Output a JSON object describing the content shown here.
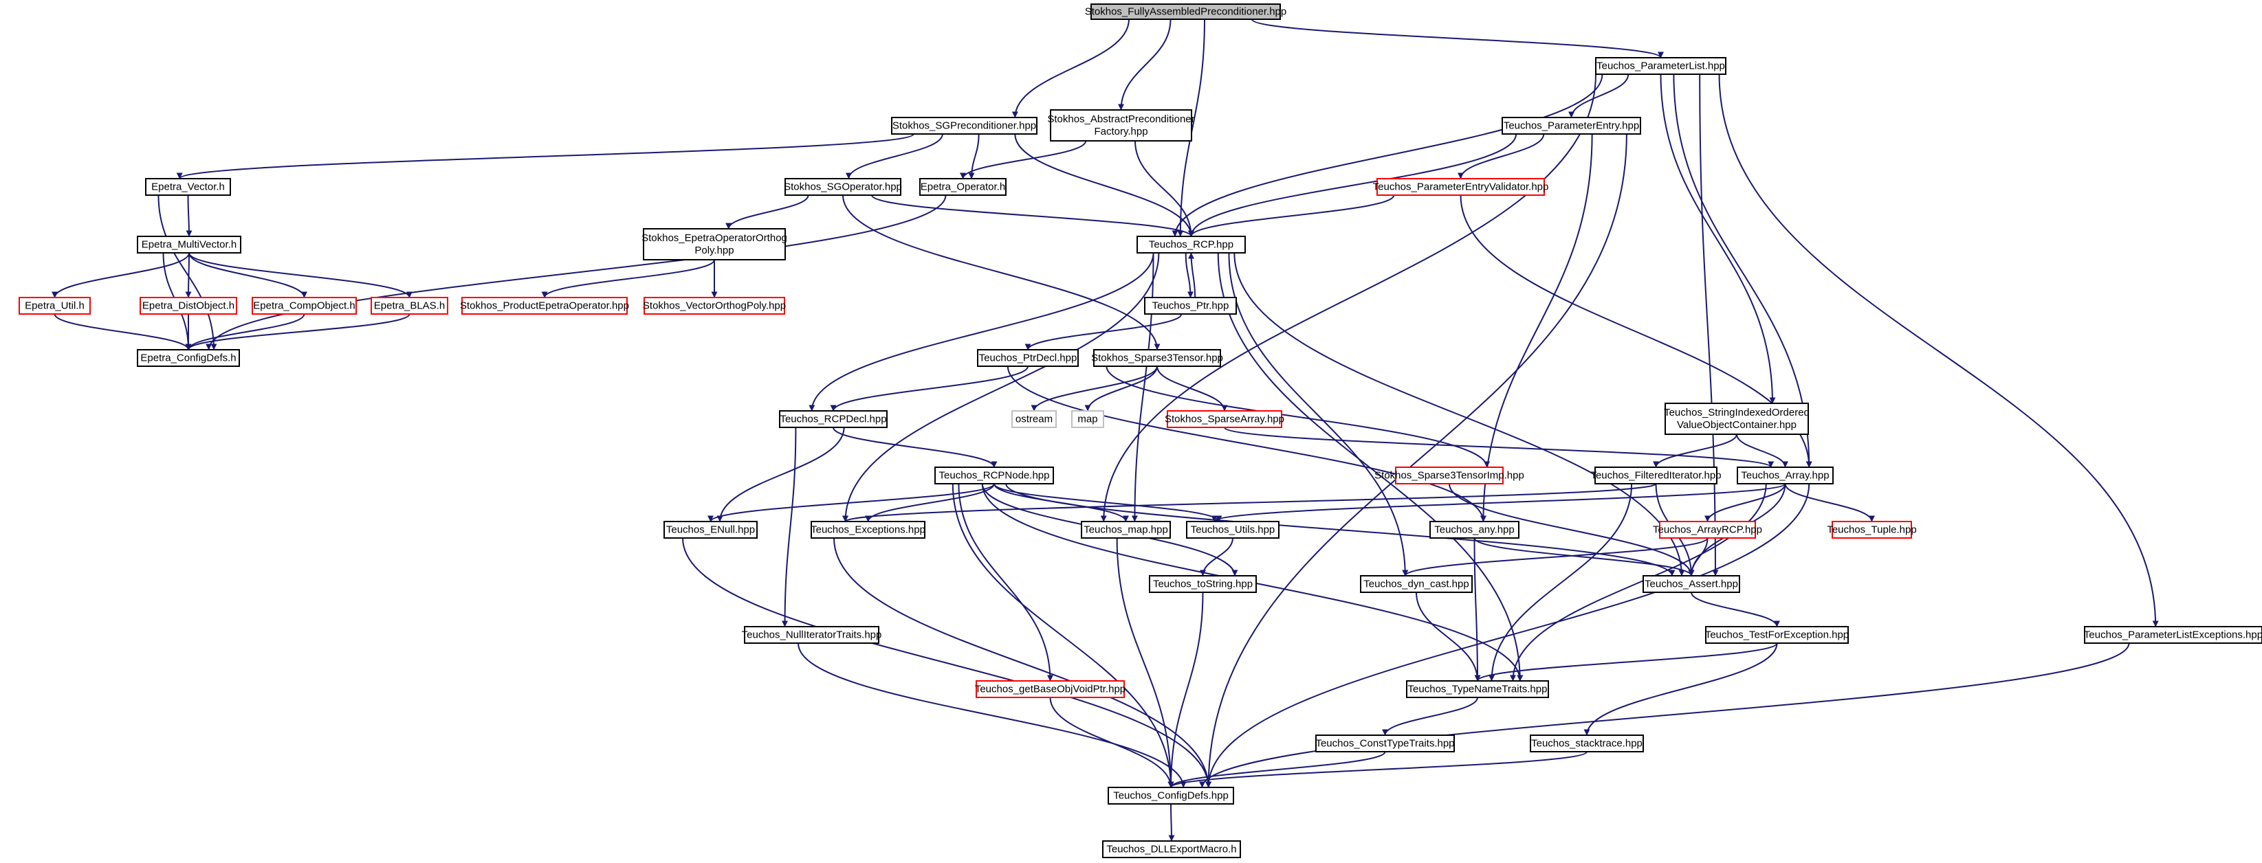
{
  "title": "Stokhos_FullyAssembledPreconditioner.hpp",
  "colors": {
    "edge": "#191970",
    "node_border": "#000000",
    "node_border_undocumented": "#ff0000",
    "node_border_external": "#bfbfbf",
    "root_fill": "#bfbfbf"
  },
  "nodes": [
    {
      "id": "root",
      "lines": [
        "Stokhos_FullyAssembledPreconditioner.hpp"
      ],
      "kind": "root"
    },
    {
      "id": "paramlist",
      "lines": [
        "Teuchos_ParameterList.hpp"
      ],
      "kind": "normal"
    },
    {
      "id": "sgprec",
      "lines": [
        "Stokhos_SGPreconditioner.hpp"
      ],
      "kind": "normal"
    },
    {
      "id": "absprec",
      "lines": [
        "Stokhos_AbstractPreconditioner",
        "Factory.hpp"
      ],
      "kind": "normal"
    },
    {
      "id": "paramentry",
      "lines": [
        "Teuchos_ParameterEntry.hpp"
      ],
      "kind": "normal"
    },
    {
      "id": "epvec",
      "lines": [
        "Epetra_Vector.h"
      ],
      "kind": "normal"
    },
    {
      "id": "sgop",
      "lines": [
        "Stokhos_SGOperator.hpp"
      ],
      "kind": "normal"
    },
    {
      "id": "epop",
      "lines": [
        "Epetra_Operator.h"
      ],
      "kind": "normal"
    },
    {
      "id": "pev",
      "lines": [
        "Teuchos_ParameterEntryValidator.hpp"
      ],
      "kind": "undoc"
    },
    {
      "id": "rcp",
      "lines": [
        "Teuchos_RCP.hpp"
      ],
      "kind": "normal"
    },
    {
      "id": "epmv",
      "lines": [
        "Epetra_MultiVector.h"
      ],
      "kind": "normal"
    },
    {
      "id": "epopp",
      "lines": [
        "Stokhos_EpetraOperatorOrthog",
        "Poly.hpp"
      ],
      "kind": "normal"
    },
    {
      "id": "eputil",
      "lines": [
        "Epetra_Util.h"
      ],
      "kind": "undoc"
    },
    {
      "id": "epdist",
      "lines": [
        "Epetra_DistObject.h"
      ],
      "kind": "undoc"
    },
    {
      "id": "epcomp",
      "lines": [
        "Epetra_CompObject.h"
      ],
      "kind": "undoc"
    },
    {
      "id": "epblas",
      "lines": [
        "Epetra_BLAS.h"
      ],
      "kind": "undoc"
    },
    {
      "id": "prodop",
      "lines": [
        "Stokhos_ProductEpetraOperator.hpp"
      ],
      "kind": "undoc"
    },
    {
      "id": "vecop",
      "lines": [
        "Stokhos_VectorOrthogPoly.hpp"
      ],
      "kind": "undoc"
    },
    {
      "id": "ptr",
      "lines": [
        "Teuchos_Ptr.hpp"
      ],
      "kind": "normal"
    },
    {
      "id": "epconf",
      "lines": [
        "Epetra_ConfigDefs.h"
      ],
      "kind": "normal"
    },
    {
      "id": "ptrdecl",
      "lines": [
        "Teuchos_PtrDecl.hpp"
      ],
      "kind": "normal"
    },
    {
      "id": "sp3",
      "lines": [
        "Stokhos_Sparse3Tensor.hpp"
      ],
      "kind": "normal"
    },
    {
      "id": "ostream",
      "lines": [
        "ostream"
      ],
      "kind": "external"
    },
    {
      "id": "map",
      "lines": [
        "map"
      ],
      "kind": "external"
    },
    {
      "id": "sparr",
      "lines": [
        "Stokhos_SparseArray.hpp"
      ],
      "kind": "undoc"
    },
    {
      "id": "rcpdecl",
      "lines": [
        "Teuchos_RCPDecl.hpp"
      ],
      "kind": "normal"
    },
    {
      "id": "strindex",
      "lines": [
        "Teuchos_StringIndexedOrdered",
        "ValueObjectContainer.hpp"
      ],
      "kind": "normal"
    },
    {
      "id": "rcpnode",
      "lines": [
        "Teuchos_RCPNode.hpp"
      ],
      "kind": "normal"
    },
    {
      "id": "sp3imp",
      "lines": [
        "Stokhos_Sparse3TensorImp.hpp"
      ],
      "kind": "undoc"
    },
    {
      "id": "filt",
      "lines": [
        "Teuchos_FilteredIterator.hpp"
      ],
      "kind": "normal"
    },
    {
      "id": "array",
      "lines": [
        "Teuchos_Array.hpp"
      ],
      "kind": "normal"
    },
    {
      "id": "enull",
      "lines": [
        "Teuchos_ENull.hpp"
      ],
      "kind": "normal"
    },
    {
      "id": "exc",
      "lines": [
        "Teuchos_Exceptions.hpp"
      ],
      "kind": "normal"
    },
    {
      "id": "tmap",
      "lines": [
        "Teuchos_map.hpp"
      ],
      "kind": "normal"
    },
    {
      "id": "utils",
      "lines": [
        "Teuchos_Utils.hpp"
      ],
      "kind": "normal"
    },
    {
      "id": "any",
      "lines": [
        "Teuchos_any.hpp"
      ],
      "kind": "normal"
    },
    {
      "id": "arcp",
      "lines": [
        "Teuchos_ArrayRCP.hpp"
      ],
      "kind": "undoc"
    },
    {
      "id": "tuple",
      "lines": [
        "Teuchos_Tuple.hpp"
      ],
      "kind": "undoc"
    },
    {
      "id": "tostr",
      "lines": [
        "Teuchos_toString.hpp"
      ],
      "kind": "normal"
    },
    {
      "id": "dyn",
      "lines": [
        "Teuchos_dyn_cast.hpp"
      ],
      "kind": "normal"
    },
    {
      "id": "assert",
      "lines": [
        "Teuchos_Assert.hpp"
      ],
      "kind": "normal"
    },
    {
      "id": "nullit",
      "lines": [
        "Teuchos_NullIteratorTraits.hpp"
      ],
      "kind": "normal"
    },
    {
      "id": "testexc",
      "lines": [
        "Teuchos_TestForException.hpp"
      ],
      "kind": "normal"
    },
    {
      "id": "plexc",
      "lines": [
        "Teuchos_ParameterListExceptions.hpp"
      ],
      "kind": "normal"
    },
    {
      "id": "gbovp",
      "lines": [
        "Teuchos_getBaseObjVoidPtr.hpp"
      ],
      "kind": "undoc"
    },
    {
      "id": "tnt",
      "lines": [
        "Teuchos_TypeNameTraits.hpp"
      ],
      "kind": "normal"
    },
    {
      "id": "ctt",
      "lines": [
        "Teuchos_ConstTypeTraits.hpp"
      ],
      "kind": "normal"
    },
    {
      "id": "stack",
      "lines": [
        "Teuchos_stacktrace.hpp"
      ],
      "kind": "normal"
    },
    {
      "id": "tconf",
      "lines": [
        "Teuchos_ConfigDefs.hpp"
      ],
      "kind": "normal"
    },
    {
      "id": "dll",
      "lines": [
        "Teuchos_DLLExportMacro.h"
      ],
      "kind": "normal"
    }
  ],
  "edges": [
    [
      "root",
      "paramlist"
    ],
    [
      "root",
      "sgprec"
    ],
    [
      "root",
      "absprec"
    ],
    [
      "root",
      "rcp"
    ],
    [
      "sgprec",
      "epvec"
    ],
    [
      "sgprec",
      "sgop"
    ],
    [
      "sgprec",
      "epop"
    ],
    [
      "sgprec",
      "rcp"
    ],
    [
      "absprec",
      "epop"
    ],
    [
      "absprec",
      "rcp"
    ],
    [
      "paramlist",
      "paramentry"
    ],
    [
      "paramlist",
      "rcp"
    ],
    [
      "paramlist",
      "tmap"
    ],
    [
      "paramlist",
      "strindex"
    ],
    [
      "paramlist",
      "array"
    ],
    [
      "paramlist",
      "assert"
    ],
    [
      "paramlist",
      "plexc"
    ],
    [
      "paramentry",
      "pev"
    ],
    [
      "paramentry",
      "rcp"
    ],
    [
      "paramentry",
      "any"
    ],
    [
      "paramentry",
      "tconf"
    ],
    [
      "pev",
      "rcp"
    ],
    [
      "pev",
      "array"
    ],
    [
      "epvec",
      "epmv"
    ],
    [
      "epvec",
      "epconf"
    ],
    [
      "epop",
      "epconf"
    ],
    [
      "sgop",
      "epopp"
    ],
    [
      "sgop",
      "rcp"
    ],
    [
      "sgop",
      "sp3"
    ],
    [
      "epmv",
      "eputil"
    ],
    [
      "epmv",
      "epdist"
    ],
    [
      "epmv",
      "epcomp"
    ],
    [
      "epmv",
      "epblas"
    ],
    [
      "epmv",
      "epconf"
    ],
    [
      "eputil",
      "epconf"
    ],
    [
      "epdist",
      "epconf"
    ],
    [
      "epcomp",
      "epconf"
    ],
    [
      "epblas",
      "epconf"
    ],
    [
      "epopp",
      "prodop"
    ],
    [
      "epopp",
      "vecop"
    ],
    [
      "rcp",
      "ptr"
    ],
    [
      "ptr",
      "rcp"
    ],
    [
      "ptr",
      "ptrdecl"
    ],
    [
      "rcp",
      "rcpdecl"
    ],
    [
      "rcp",
      "exc"
    ],
    [
      "rcp",
      "tmap"
    ],
    [
      "rcp",
      "dyn"
    ],
    [
      "rcp",
      "tnt"
    ],
    [
      "rcp",
      "assert"
    ],
    [
      "ptrdecl",
      "rcpdecl"
    ],
    [
      "ptrdecl",
      "any"
    ],
    [
      "sp3",
      "ostream"
    ],
    [
      "sp3",
      "map"
    ],
    [
      "sp3",
      "sparr"
    ],
    [
      "sp3",
      "sp3imp"
    ],
    [
      "sparr",
      "array"
    ],
    [
      "rcpdecl",
      "rcpnode"
    ],
    [
      "rcpdecl",
      "enull"
    ],
    [
      "rcpdecl",
      "nullit"
    ],
    [
      "rcpnode",
      "enull"
    ],
    [
      "rcpnode",
      "exc"
    ],
    [
      "rcpnode",
      "tmap"
    ],
    [
      "rcpnode",
      "utils"
    ],
    [
      "rcpnode",
      "tostr"
    ],
    [
      "rcpnode",
      "gbovp"
    ],
    [
      "rcpnode",
      "tnt"
    ],
    [
      "rcpnode",
      "tconf"
    ],
    [
      "rcpnode",
      "assert"
    ],
    [
      "strindex",
      "filt"
    ],
    [
      "strindex",
      "array"
    ],
    [
      "sp3imp",
      "assert"
    ],
    [
      "filt",
      "exc"
    ],
    [
      "filt",
      "assert"
    ],
    [
      "filt",
      "tnt"
    ],
    [
      "array",
      "utils"
    ],
    [
      "array",
      "arcp"
    ],
    [
      "array",
      "tuple"
    ],
    [
      "array",
      "assert"
    ],
    [
      "array",
      "tnt"
    ],
    [
      "array",
      "tconf"
    ],
    [
      "arcp",
      "dyn"
    ],
    [
      "arcp",
      "assert"
    ],
    [
      "utils",
      "tostr"
    ],
    [
      "any",
      "assert"
    ],
    [
      "any",
      "tnt"
    ],
    [
      "tostr",
      "tconf"
    ],
    [
      "dyn",
      "tnt"
    ],
    [
      "assert",
      "testexc"
    ],
    [
      "testexc",
      "tnt"
    ],
    [
      "testexc",
      "stack"
    ],
    [
      "enull",
      "tconf"
    ],
    [
      "exc",
      "tconf"
    ],
    [
      "tmap",
      "tconf"
    ],
    [
      "nullit",
      "tconf"
    ],
    [
      "gbovp",
      "tconf"
    ],
    [
      "tnt",
      "ctt"
    ],
    [
      "ctt",
      "tconf"
    ],
    [
      "stack",
      "tconf"
    ],
    [
      "plexc",
      "tconf"
    ],
    [
      "tconf",
      "dll"
    ]
  ]
}
